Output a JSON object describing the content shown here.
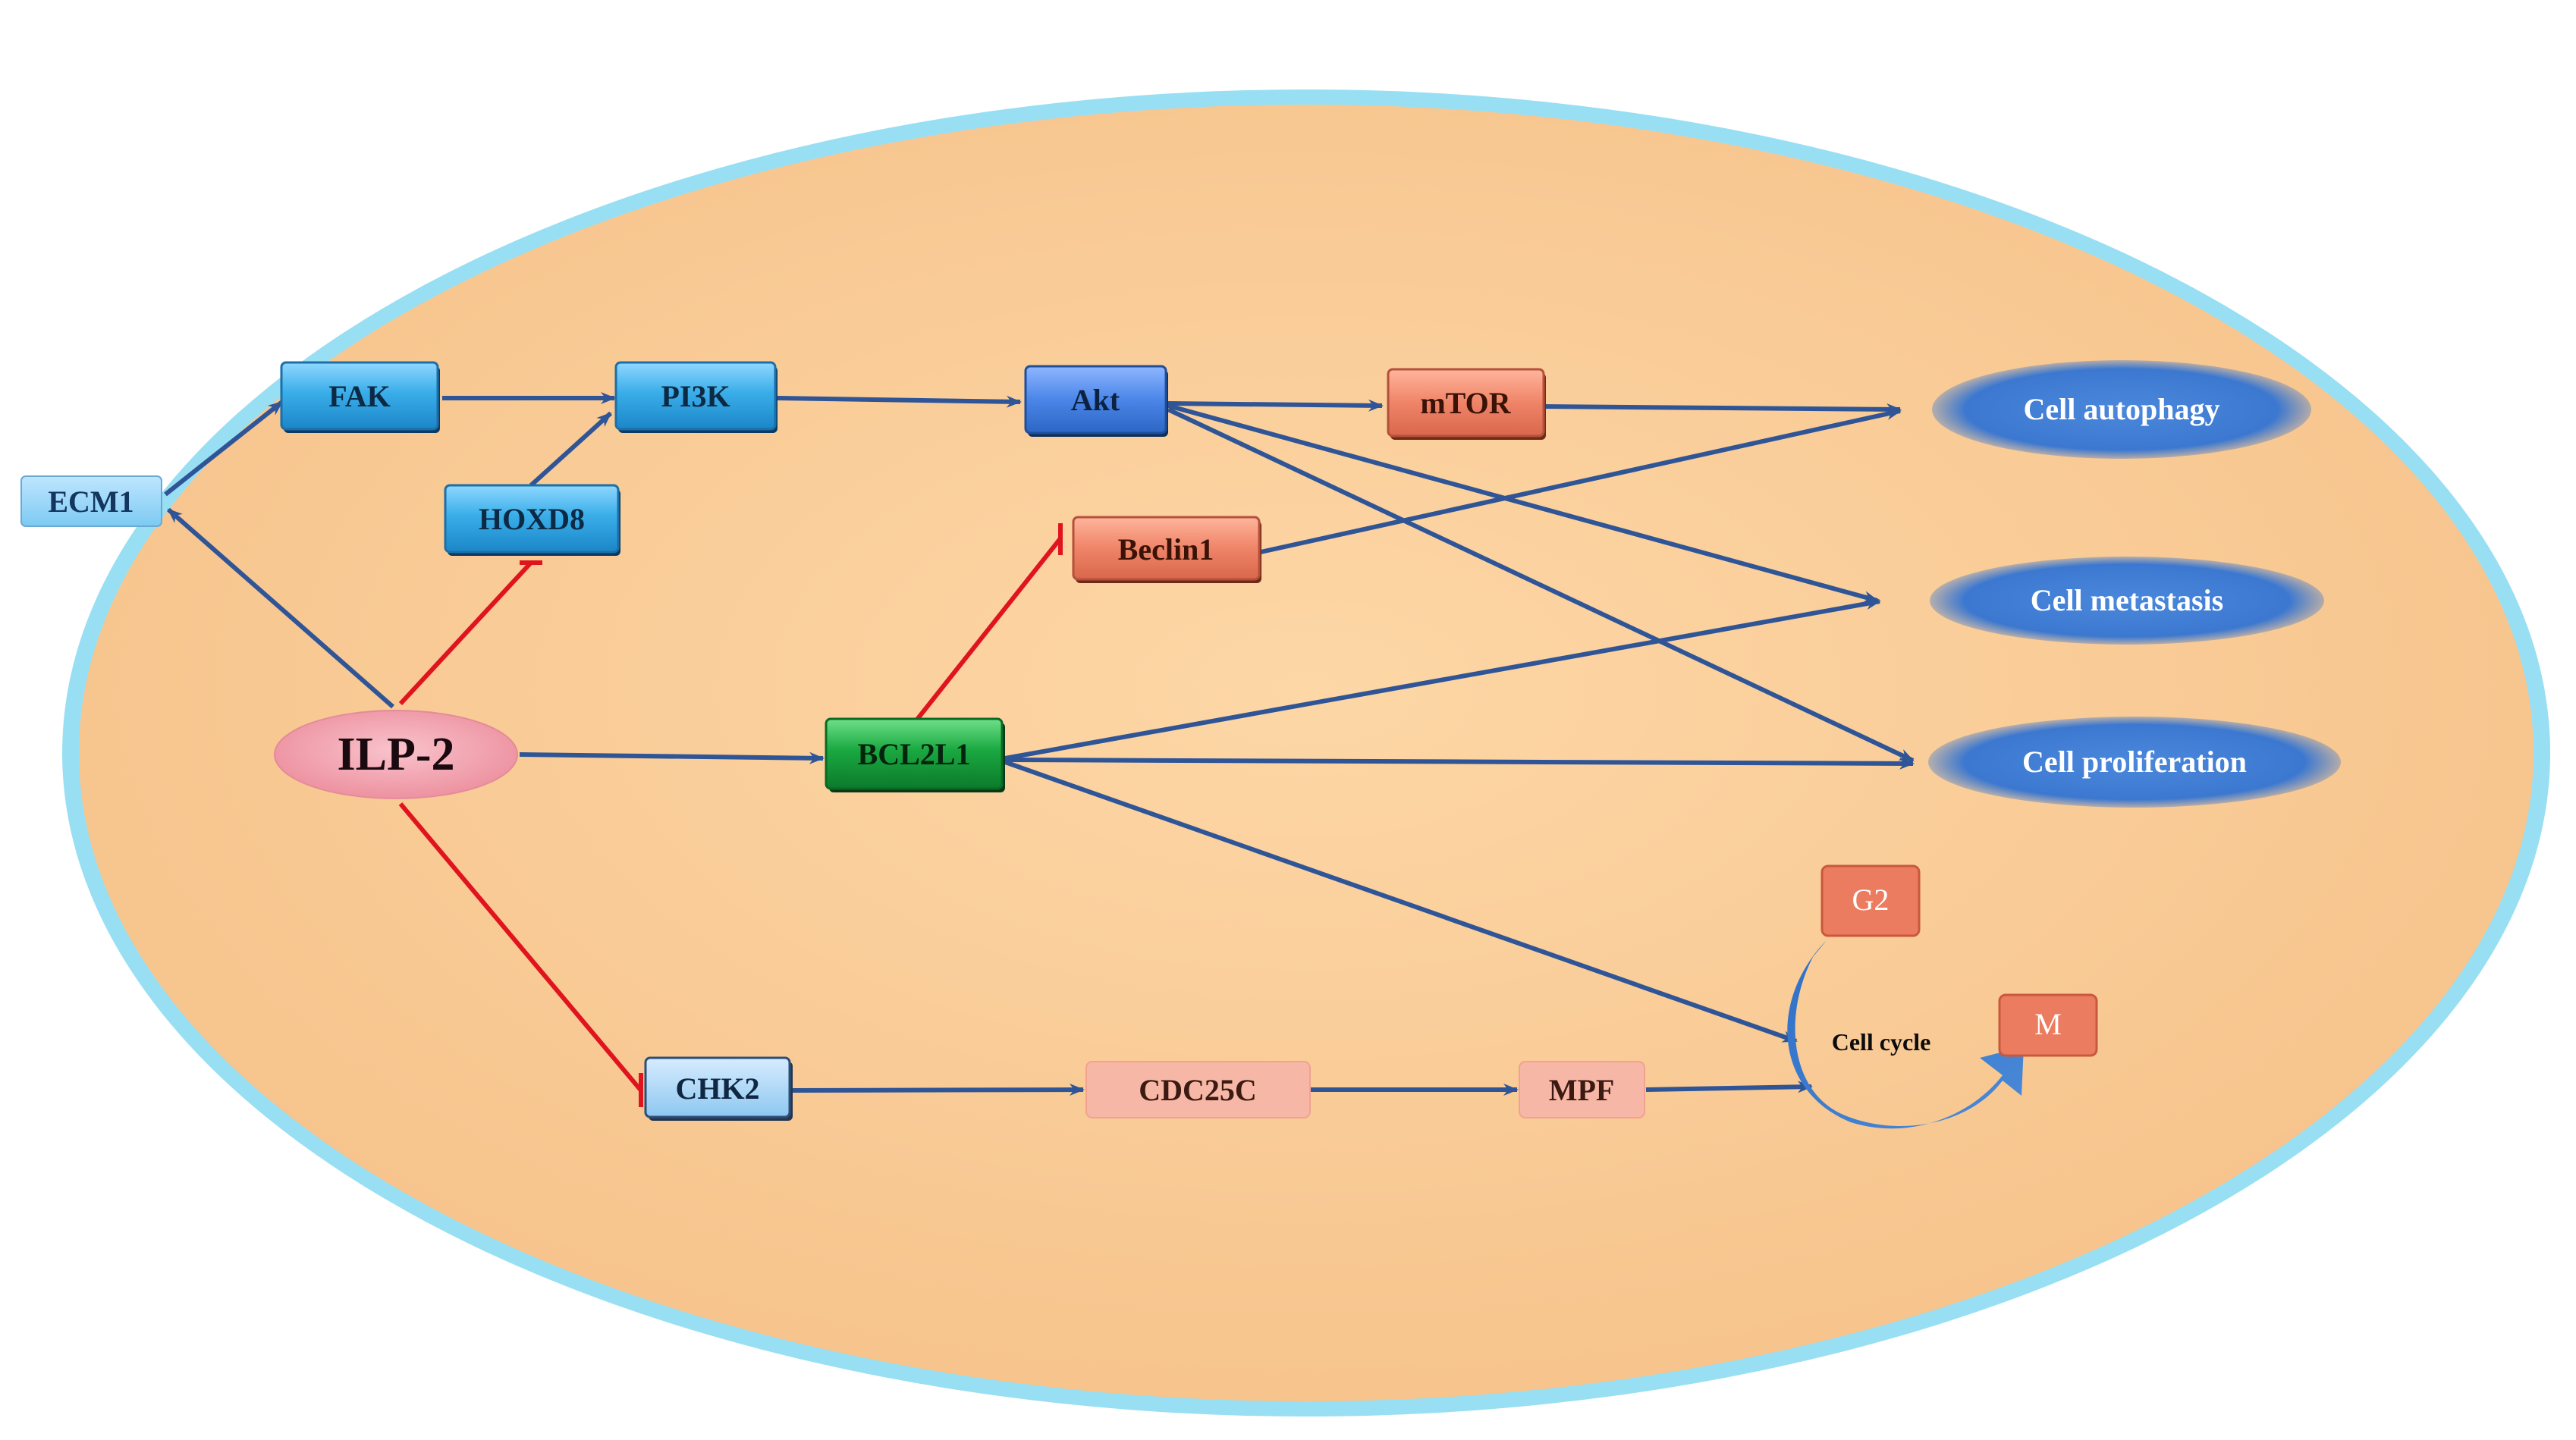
{
  "nodes": {
    "ecm1": "ECM1",
    "fak": "FAK",
    "pi3k": "PI3K",
    "hoxd8": "HOXD8",
    "akt": "Akt",
    "mtor": "mTOR",
    "beclin1": "Beclin1",
    "ilp2": "ILP-2",
    "bcl2l1": "BCL2L1",
    "chk2": "CHK2",
    "cdc25c": "CDC25C",
    "mpf": "MPF",
    "g2": "G2",
    "m": "M",
    "cell_cycle": "Cell cycle"
  },
  "outcomes": {
    "autophagy": "Cell autophagy",
    "metastasis": "Cell metastasis",
    "proliferation": "Cell proliferation"
  },
  "colors": {
    "activation": "#2f5597",
    "inhibition": "#e0141e",
    "cytoplasm": "#f8c992",
    "membrane": "#7fd6ee",
    "blue_box": "#3aaee9",
    "green_box": "#18a040",
    "salmon_box": "#ef8468",
    "outcome": "#3c78d0"
  }
}
